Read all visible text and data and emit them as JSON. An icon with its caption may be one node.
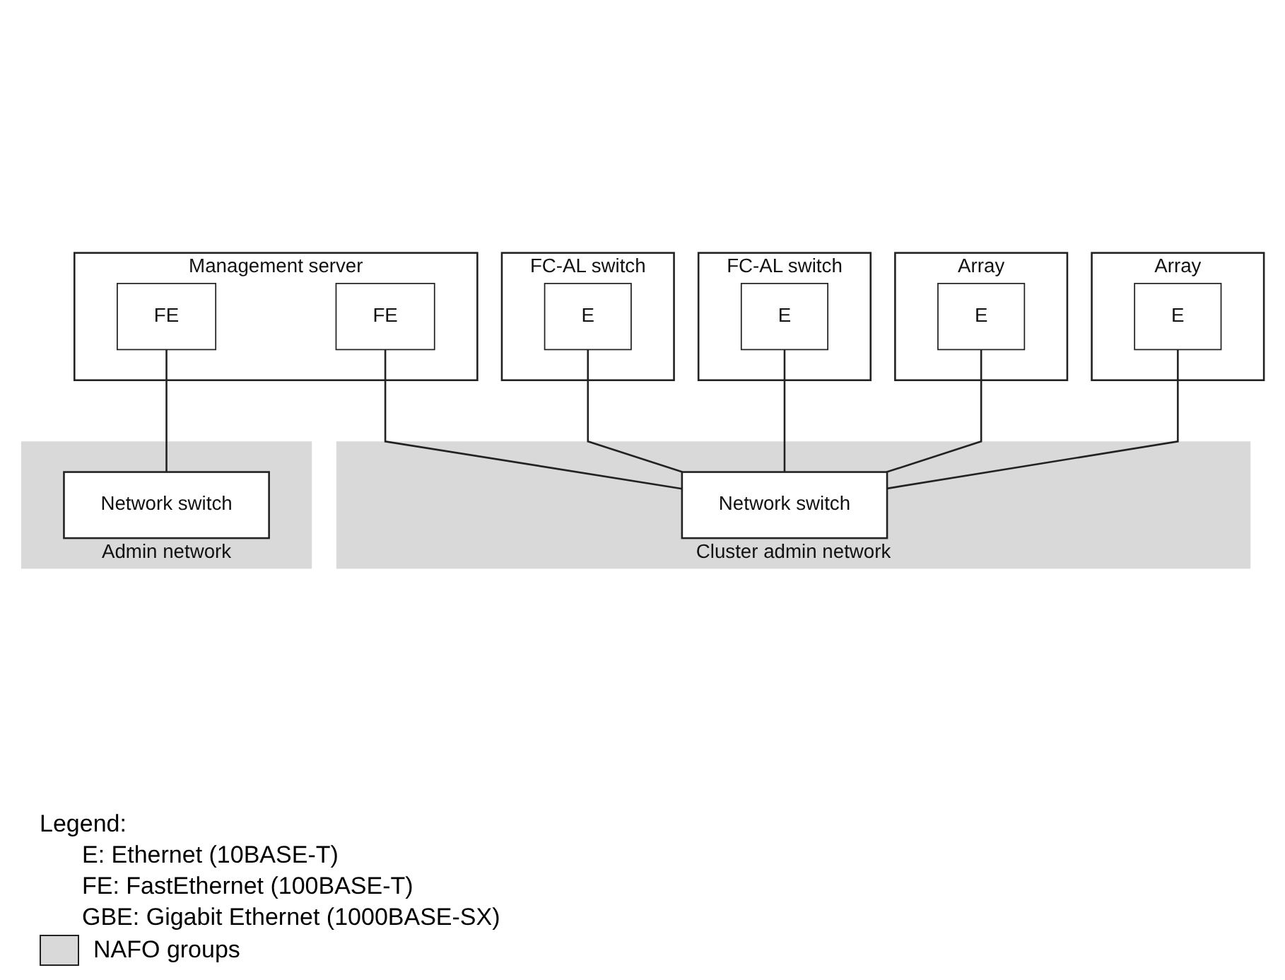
{
  "diagram": {
    "nodes": [
      {
        "text": [
          "Admin network"
        ]
      },
      {
        "text": [
          "Network switch"
        ],
        "in": 0
      },
      {
        "text": [
          "Cluster admin network"
        ]
      },
      {
        "text": [
          "Network switch"
        ],
        "in": 2
      },
      {
        "text": [
          "Array"
        ]
      },
      {
        "text": [
          "E"
        ],
        "in": 4
      },
      {
        "text": [
          "Array"
        ]
      },
      {
        "text": [
          "E"
        ],
        "in": 6
      },
      {
        "text": [
          "FC-AL switch"
        ]
      },
      {
        "text": [
          "E"
        ],
        "in": 8
      },
      {
        "text": [
          "FC-AL switch"
        ]
      },
      {
        "text": [
          "E"
        ],
        "in": 10
      },
      {
        "text": [
          "Management server"
        ]
      },
      {
        "text": [
          "FE"
        ],
        "in": 12
      },
      {
        "text": [
          "FE"
        ],
        "in": 12
      }
    ],
    "edges": [
      {
        "from": 1,
        "to": 13,
        "arrow": "none"
      },
      {
        "from": 3,
        "to": 14,
        "arrow": "none"
      },
      {
        "from": 3,
        "to": 5,
        "arrow": "none"
      },
      {
        "from": 3,
        "to": 7,
        "arrow": "none"
      },
      {
        "from": 3,
        "to": 9,
        "arrow": "none"
      },
      {
        "from": 3,
        "to": 11,
        "arrow": "none"
      }
    ],
    "labels": [
      "Legend:"
    ],
    "legend": [
      {
        "text": "E: Ethernet (10BASE-T)"
      },
      {
        "text": "FE: FastEthernet (100BASE-T)"
      },
      {
        "text": "GBE: Gigabit Ethernet (1000BASE-SX)"
      },
      {
        "text": "NAFO groups",
        "color": "#d9d9d9"
      }
    ]
  }
}
